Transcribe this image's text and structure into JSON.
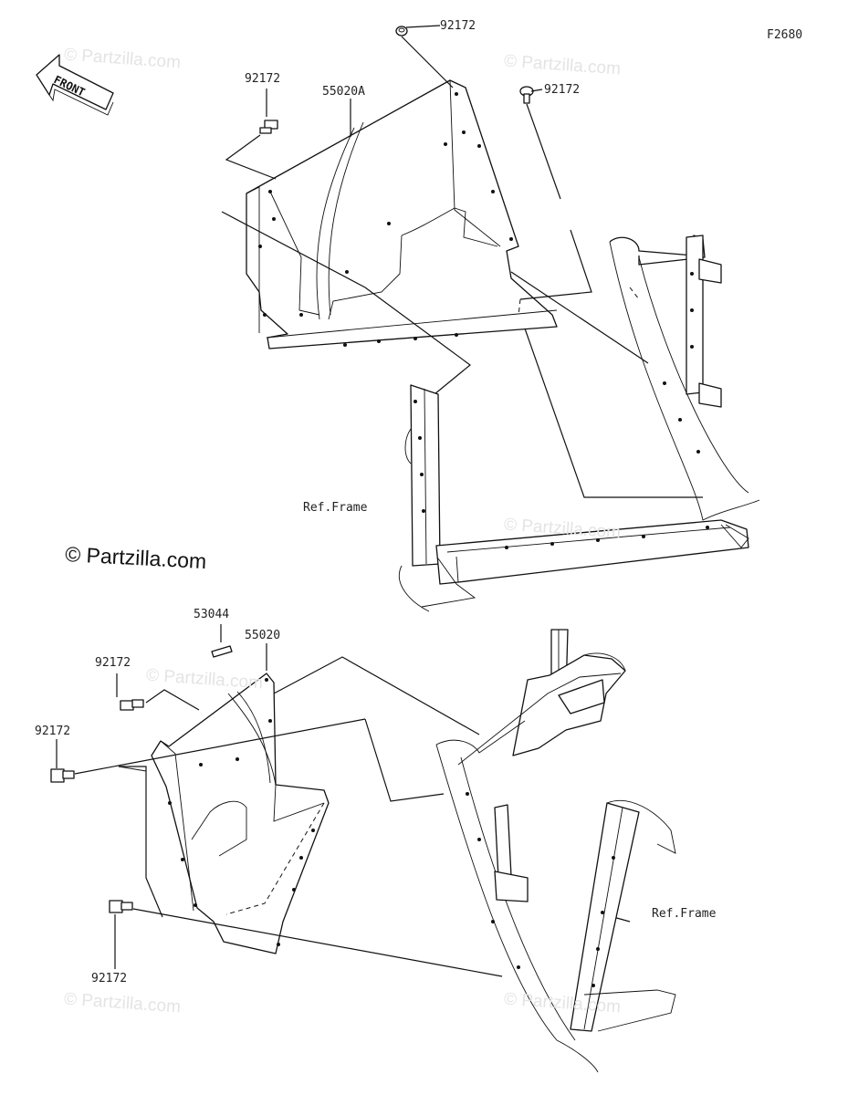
{
  "figure_id": "F2680",
  "watermarks": [
    "© Partzilla.com",
    "© Partzilla.com",
    "© Partzilla.com",
    "© Partzilla.com",
    "© Partzilla.com",
    "© Partzilla.com"
  ],
  "brand_watermark": "© Partzilla.com",
  "front_arrow": {
    "text": "FRONT"
  },
  "callouts": {
    "bolt_top_center": "92172",
    "bolt_top_right": "92172",
    "bolt_top_left": "92172",
    "panel_upper": "55020A",
    "pin": "53044",
    "panel_lower": "55020",
    "bolt_lower_1": "92172",
    "bolt_lower_2": "92172",
    "bolt_lower_3": "92172",
    "frame_upper": "Ref.Frame",
    "frame_lower": "Ref.Frame"
  }
}
